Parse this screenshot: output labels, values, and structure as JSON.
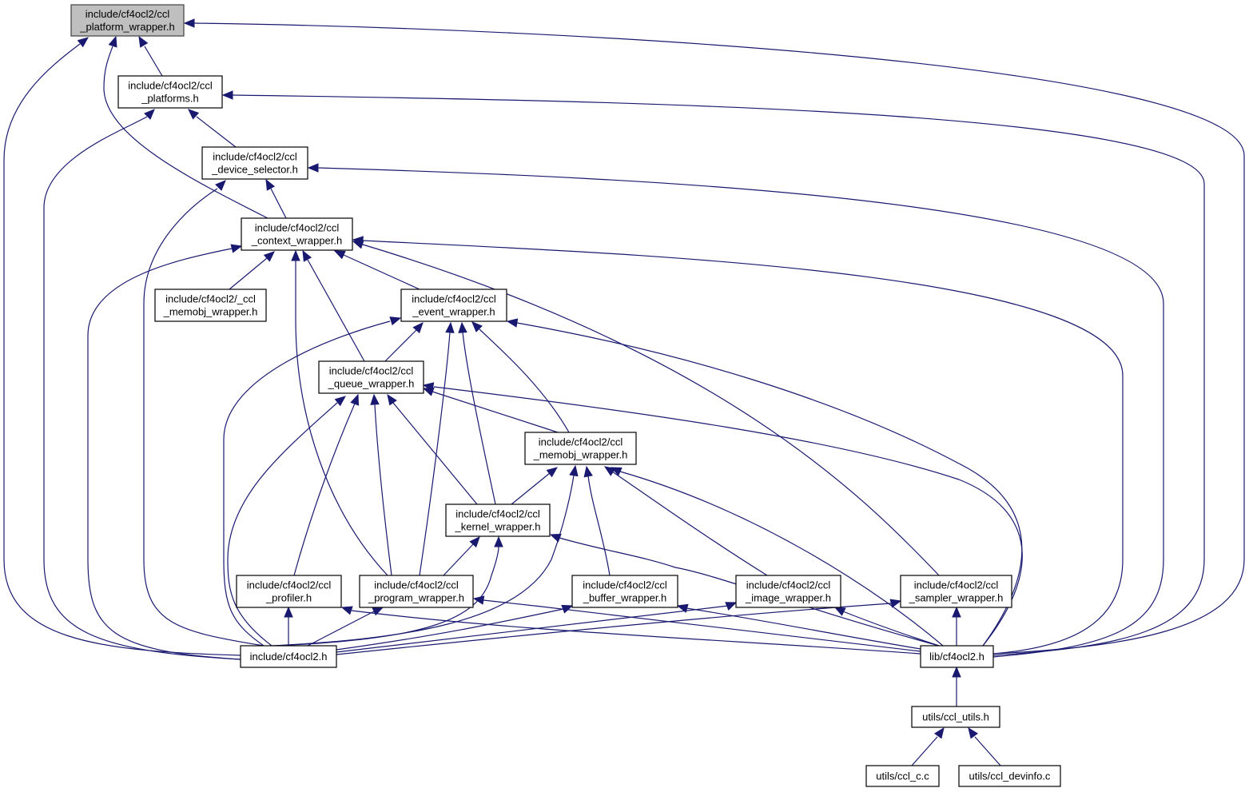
{
  "diagram": {
    "type": "include-dependency-graph",
    "edge_color": "#191970",
    "root_fill": "#bfbfbf",
    "nodes": [
      {
        "id": "platform_wrapper",
        "lines": [
          "include/cf4ocl2/ccl",
          "_platform_wrapper.h"
        ],
        "root": true
      },
      {
        "id": "platforms",
        "lines": [
          "include/cf4ocl2/ccl",
          "_platforms.h"
        ]
      },
      {
        "id": "device_selector",
        "lines": [
          "include/cf4ocl2/ccl",
          "_device_selector.h"
        ]
      },
      {
        "id": "context_wrapper",
        "lines": [
          "include/cf4ocl2/ccl",
          "_context_wrapper.h"
        ]
      },
      {
        "id": "_memobj_wrapper",
        "lines": [
          "include/cf4ocl2/_ccl",
          "_memobj_wrapper.h"
        ]
      },
      {
        "id": "event_wrapper",
        "lines": [
          "include/cf4ocl2/ccl",
          "_event_wrapper.h"
        ]
      },
      {
        "id": "queue_wrapper",
        "lines": [
          "include/cf4ocl2/ccl",
          "_queue_wrapper.h"
        ]
      },
      {
        "id": "memobj_wrapper",
        "lines": [
          "include/cf4ocl2/ccl",
          "_memobj_wrapper.h"
        ]
      },
      {
        "id": "kernel_wrapper",
        "lines": [
          "include/cf4ocl2/ccl",
          "_kernel_wrapper.h"
        ]
      },
      {
        "id": "profiler",
        "lines": [
          "include/cf4ocl2/ccl",
          "_profiler.h"
        ]
      },
      {
        "id": "program_wrapper",
        "lines": [
          "include/cf4ocl2/ccl",
          "_program_wrapper.h"
        ]
      },
      {
        "id": "buffer_wrapper",
        "lines": [
          "include/cf4ocl2/ccl",
          "_buffer_wrapper.h"
        ]
      },
      {
        "id": "image_wrapper",
        "lines": [
          "include/cf4ocl2/ccl",
          "_image_wrapper.h"
        ]
      },
      {
        "id": "sampler_wrapper",
        "lines": [
          "include/cf4ocl2/ccl",
          "_sampler_wrapper.h"
        ]
      },
      {
        "id": "inc_cf4ocl2",
        "lines": [
          "include/cf4ocl2.h"
        ]
      },
      {
        "id": "lib_cf4ocl2",
        "lines": [
          "lib/cf4ocl2.h"
        ]
      },
      {
        "id": "ccl_utils",
        "lines": [
          "utils/ccl_utils.h"
        ]
      },
      {
        "id": "ccl_c",
        "lines": [
          "utils/ccl_c.c"
        ]
      },
      {
        "id": "ccl_devinfo",
        "lines": [
          "utils/ccl_devinfo.c"
        ]
      }
    ],
    "edges": [
      {
        "from": "platforms",
        "to": "platform_wrapper"
      },
      {
        "from": "context_wrapper",
        "to": "platform_wrapper"
      },
      {
        "from": "inc_cf4ocl2",
        "to": "platform_wrapper"
      },
      {
        "from": "lib_cf4ocl2",
        "to": "platform_wrapper"
      },
      {
        "from": "device_selector",
        "to": "platforms"
      },
      {
        "from": "inc_cf4ocl2",
        "to": "platforms"
      },
      {
        "from": "lib_cf4ocl2",
        "to": "platforms"
      },
      {
        "from": "context_wrapper",
        "to": "device_selector"
      },
      {
        "from": "inc_cf4ocl2",
        "to": "device_selector"
      },
      {
        "from": "lib_cf4ocl2",
        "to": "device_selector"
      },
      {
        "from": "_memobj_wrapper",
        "to": "context_wrapper"
      },
      {
        "from": "event_wrapper",
        "to": "context_wrapper"
      },
      {
        "from": "queue_wrapper",
        "to": "context_wrapper"
      },
      {
        "from": "program_wrapper",
        "to": "context_wrapper"
      },
      {
        "from": "sampler_wrapper",
        "to": "context_wrapper"
      },
      {
        "from": "inc_cf4ocl2",
        "to": "context_wrapper"
      },
      {
        "from": "lib_cf4ocl2",
        "to": "context_wrapper"
      },
      {
        "from": "queue_wrapper",
        "to": "event_wrapper"
      },
      {
        "from": "memobj_wrapper",
        "to": "event_wrapper"
      },
      {
        "from": "kernel_wrapper",
        "to": "event_wrapper"
      },
      {
        "from": "program_wrapper",
        "to": "event_wrapper"
      },
      {
        "from": "inc_cf4ocl2",
        "to": "event_wrapper"
      },
      {
        "from": "lib_cf4ocl2",
        "to": "event_wrapper"
      },
      {
        "from": "memobj_wrapper",
        "to": "queue_wrapper"
      },
      {
        "from": "kernel_wrapper",
        "to": "queue_wrapper"
      },
      {
        "from": "profiler",
        "to": "queue_wrapper"
      },
      {
        "from": "program_wrapper",
        "to": "queue_wrapper"
      },
      {
        "from": "inc_cf4ocl2",
        "to": "queue_wrapper"
      },
      {
        "from": "lib_cf4ocl2",
        "to": "queue_wrapper"
      },
      {
        "from": "kernel_wrapper",
        "to": "memobj_wrapper"
      },
      {
        "from": "buffer_wrapper",
        "to": "memobj_wrapper"
      },
      {
        "from": "image_wrapper",
        "to": "memobj_wrapper"
      },
      {
        "from": "inc_cf4ocl2",
        "to": "memobj_wrapper"
      },
      {
        "from": "lib_cf4ocl2",
        "to": "memobj_wrapper"
      },
      {
        "from": "program_wrapper",
        "to": "kernel_wrapper"
      },
      {
        "from": "inc_cf4ocl2",
        "to": "kernel_wrapper"
      },
      {
        "from": "lib_cf4ocl2",
        "to": "kernel_wrapper"
      },
      {
        "from": "inc_cf4ocl2",
        "to": "profiler"
      },
      {
        "from": "lib_cf4ocl2",
        "to": "profiler"
      },
      {
        "from": "inc_cf4ocl2",
        "to": "program_wrapper"
      },
      {
        "from": "lib_cf4ocl2",
        "to": "program_wrapper"
      },
      {
        "from": "inc_cf4ocl2",
        "to": "buffer_wrapper"
      },
      {
        "from": "lib_cf4ocl2",
        "to": "buffer_wrapper"
      },
      {
        "from": "inc_cf4ocl2",
        "to": "image_wrapper"
      },
      {
        "from": "lib_cf4ocl2",
        "to": "image_wrapper"
      },
      {
        "from": "inc_cf4ocl2",
        "to": "sampler_wrapper"
      },
      {
        "from": "lib_cf4ocl2",
        "to": "sampler_wrapper"
      },
      {
        "from": "ccl_utils",
        "to": "lib_cf4ocl2"
      },
      {
        "from": "ccl_c",
        "to": "ccl_utils"
      },
      {
        "from": "ccl_devinfo",
        "to": "ccl_utils"
      }
    ]
  }
}
